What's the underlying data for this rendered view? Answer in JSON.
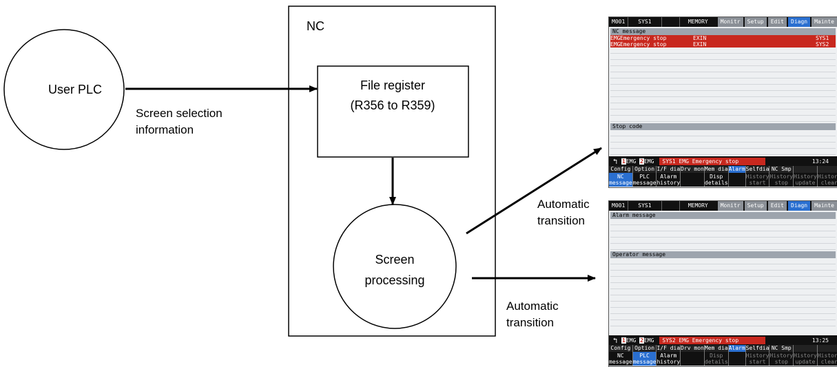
{
  "diagram": {
    "user_plc": "User PLC",
    "nc": "NC",
    "file_register": [
      "File register",
      "(R356 to R359)"
    ],
    "screen_processing": [
      "Screen",
      "processing"
    ],
    "screen_selection": [
      "Screen selection",
      "information"
    ],
    "auto_transition": [
      "Automatic",
      "transition"
    ]
  },
  "screen1": {
    "top": [
      "M001",
      "SYS1",
      "MEMORY",
      "Monitr",
      "Setup",
      "Edit",
      "Diagn",
      "Mainte"
    ],
    "section1": "NC message",
    "messages": [
      {
        "code": "EMG",
        "text": "Emergency stop",
        "src": "EXIN",
        "sys": "SYS1"
      },
      {
        "code": "EMG",
        "text": "Emergency stop",
        "src": "EXIN",
        "sys": "SYS2"
      }
    ],
    "section2": "Stop code",
    "status_emg": [
      "1",
      "EMG",
      "2",
      "EMG"
    ],
    "status_alarm": "SYS1 EMG  Emergency stop",
    "time": "13:24",
    "keys": [
      {
        "top": "Config",
        "bot": "NC\nmessage",
        "active": true
      },
      {
        "top": "Option",
        "bot": "PLC\nmessage",
        "active": false
      },
      {
        "top": "I/F dia",
        "bot": "Alarm\nhistory",
        "active": false
      },
      {
        "top": "Drv mon",
        "bot": "",
        "active": false
      },
      {
        "top": "Mem dia",
        "bot": "Disp\ndetails",
        "active": false
      },
      {
        "top": "Alarm",
        "bot": "",
        "active": false,
        "topActive": true
      },
      {
        "top": "Selfdia",
        "bot": "History\nstart",
        "dim": true
      },
      {
        "top": "NC Smp",
        "bot": "History\nstop",
        "dim": true
      },
      {
        "top": "",
        "bot": "History\nupdate",
        "dim": true
      },
      {
        "top": "",
        "bot": "History\nclear",
        "dim": true
      }
    ]
  },
  "screen2": {
    "top": [
      "M001",
      "SYS1",
      "MEMORY",
      "Monitr",
      "Setup",
      "Edit",
      "Diagn",
      "Mainte"
    ],
    "section1": "Alarm message",
    "section2": "Operator message",
    "status_emg": [
      "1",
      "EMG",
      "2",
      "EMG"
    ],
    "status_alarm": "SYS2 EMG  Emergency stop",
    "time": "13:25",
    "keys": [
      {
        "top": "Config",
        "bot": "NC\nmessage",
        "active": false
      },
      {
        "top": "Option",
        "bot": "PLC\nmessage",
        "active": true
      },
      {
        "top": "I/F dia",
        "bot": "Alarm\nhistory",
        "active": false
      },
      {
        "top": "Drv mon",
        "bot": "",
        "active": false
      },
      {
        "top": "Mem dia",
        "bot": "Disp\ndetails",
        "dim": true
      },
      {
        "top": "Alarm",
        "bot": "",
        "active": false,
        "topActive": true
      },
      {
        "top": "Selfdia",
        "bot": "History\nstart",
        "dim": true
      },
      {
        "top": "NC Smp",
        "bot": "History\nstop",
        "dim": true
      },
      {
        "top": "",
        "bot": "History\nupdate",
        "dim": true
      },
      {
        "top": "",
        "bot": "History\nclear",
        "dim": true
      }
    ]
  }
}
